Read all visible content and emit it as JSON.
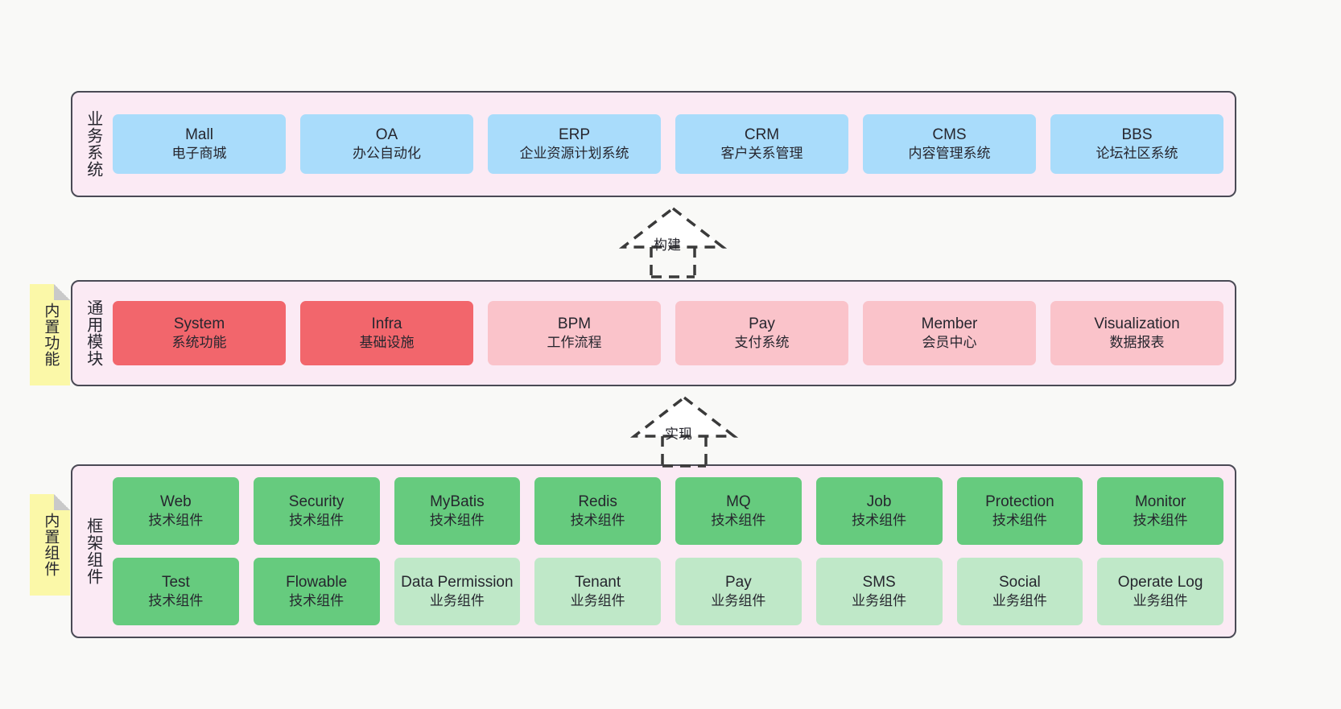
{
  "diagram": {
    "background": "#f9f9f7",
    "accent_border": "#4a4a55",
    "band_bg": "#fbeaf4",
    "sticky_bg": "#fbf8a8"
  },
  "layers": [
    {
      "id": "business",
      "title": "业务系统",
      "sticky": null,
      "rows": [
        {
          "cards": [
            {
              "name": "Mall",
              "sub": "电子商城",
              "color": "#a9dcfb",
              "variant": "c-blue"
            },
            {
              "name": "OA",
              "sub": "办公自动化",
              "color": "#a9dcfb",
              "variant": "c-blue"
            },
            {
              "name": "ERP",
              "sub": "企业资源计划系统",
              "color": "#a9dcfb",
              "variant": "c-blue"
            },
            {
              "name": "CRM",
              "sub": "客户关系管理",
              "color": "#a9dcfb",
              "variant": "c-blue"
            },
            {
              "name": "CMS",
              "sub": "内容管理系统",
              "color": "#a9dcfb",
              "variant": "c-blue"
            },
            {
              "name": "BBS",
              "sub": "论坛社区系统",
              "color": "#a9dcfb",
              "variant": "c-blue"
            }
          ]
        }
      ]
    },
    {
      "id": "modules",
      "title": "通用模块",
      "sticky": "内置功能",
      "rows": [
        {
          "cards": [
            {
              "name": "System",
              "sub": "系统功能",
              "color": "#f2666c",
              "variant": "c-red"
            },
            {
              "name": "Infra",
              "sub": "基础设施",
              "color": "#f2666c",
              "variant": "c-red"
            },
            {
              "name": "BPM",
              "sub": "工作流程",
              "color": "#fac3ca",
              "variant": "c-pink"
            },
            {
              "name": "Pay",
              "sub": "支付系统",
              "color": "#fac3ca",
              "variant": "c-pink"
            },
            {
              "name": "Member",
              "sub": "会员中心",
              "color": "#fac3ca",
              "variant": "c-pink"
            },
            {
              "name": "Visualization",
              "sub": "数据报表",
              "color": "#fac3ca",
              "variant": "c-pink"
            }
          ]
        }
      ]
    },
    {
      "id": "framework",
      "title": "框架组件",
      "sticky": "内置组件",
      "rows": [
        {
          "cards": [
            {
              "name": "Web",
              "sub": "技术组件",
              "color": "#66cb7e",
              "variant": "c-green"
            },
            {
              "name": "Security",
              "sub": "技术组件",
              "color": "#66cb7e",
              "variant": "c-green"
            },
            {
              "name": "MyBatis",
              "sub": "技术组件",
              "color": "#66cb7e",
              "variant": "c-green"
            },
            {
              "name": "Redis",
              "sub": "技术组件",
              "color": "#66cb7e",
              "variant": "c-green"
            },
            {
              "name": "MQ",
              "sub": "技术组件",
              "color": "#66cb7e",
              "variant": "c-green"
            },
            {
              "name": "Job",
              "sub": "技术组件",
              "color": "#66cb7e",
              "variant": "c-green"
            },
            {
              "name": "Protection",
              "sub": "技术组件",
              "color": "#66cb7e",
              "variant": "c-green"
            },
            {
              "name": "Monitor",
              "sub": "技术组件",
              "color": "#66cb7e",
              "variant": "c-green"
            }
          ]
        },
        {
          "cards": [
            {
              "name": "Test",
              "sub": "技术组件",
              "color": "#66cb7e",
              "variant": "c-green"
            },
            {
              "name": "Flowable",
              "sub": "技术组件",
              "color": "#66cb7e",
              "variant": "c-green"
            },
            {
              "name": "Data Permission",
              "sub": "业务组件",
              "color": "#bfe8c8",
              "variant": "c-lightgreen"
            },
            {
              "name": "Tenant",
              "sub": "业务组件",
              "color": "#bfe8c8",
              "variant": "c-lightgreen"
            },
            {
              "name": "Pay",
              "sub": "业务组件",
              "color": "#bfe8c8",
              "variant": "c-lightgreen"
            },
            {
              "name": "SMS",
              "sub": "业务组件",
              "color": "#bfe8c8",
              "variant": "c-lightgreen"
            },
            {
              "name": "Social",
              "sub": "业务组件",
              "color": "#bfe8c8",
              "variant": "c-lightgreen"
            },
            {
              "name": "Operate Log",
              "sub": "业务组件",
              "color": "#bfe8c8",
              "variant": "c-lightgreen"
            }
          ]
        }
      ]
    }
  ],
  "connectors": [
    {
      "id": "build",
      "label": "构建",
      "from": "modules",
      "to": "business",
      "style": "dashed-hollow-arrow-up"
    },
    {
      "id": "impl",
      "label": "实现",
      "from": "framework",
      "to": "modules",
      "style": "dashed-hollow-arrow-up"
    }
  ]
}
